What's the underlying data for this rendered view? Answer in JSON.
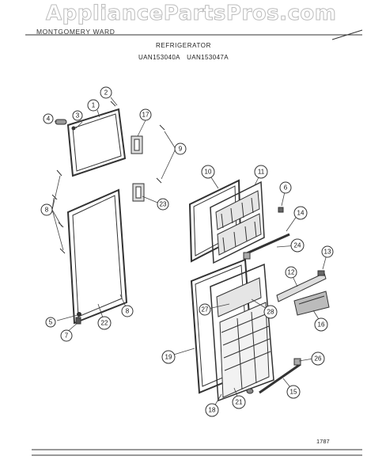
{
  "watermark": "AppliancePartsPros.com",
  "header": {
    "brand": "MONTGOMERY WARD",
    "appliance": "REFRIGERATOR",
    "models": "UAN153040A    UAN153047A"
  },
  "footer": {
    "code": "1787"
  },
  "callouts": {
    "c1": "1",
    "c2": "2",
    "c3": "3",
    "c4": "4",
    "c5": "5",
    "c6": "6",
    "c7": "7",
    "c8a": "8",
    "c8b": "8",
    "c9": "9",
    "c10": "10",
    "c11": "11",
    "c12": "12",
    "c13": "13",
    "c14": "14",
    "c15": "15",
    "c16": "16",
    "c17": "17",
    "c18": "18",
    "c19": "19",
    "c21": "21",
    "c22": "22",
    "c23": "23",
    "c24": "24",
    "c26": "26",
    "c27": "27",
    "c28": "28"
  }
}
